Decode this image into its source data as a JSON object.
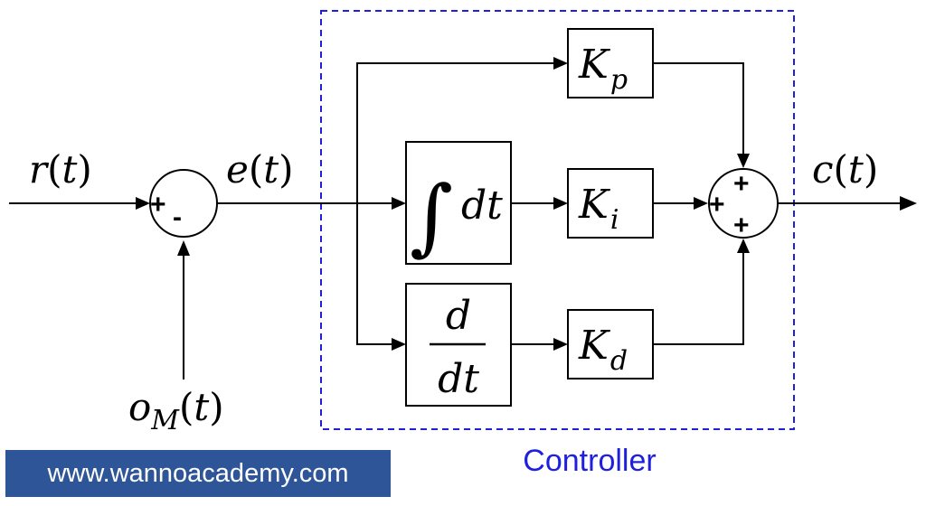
{
  "signals": {
    "reference": {
      "main": "r",
      "open": "(",
      "arg": "t",
      "close": ")"
    },
    "error": {
      "main": "e",
      "open": "(",
      "arg": "t",
      "close": ")"
    },
    "output": {
      "main": "c",
      "open": "(",
      "arg": "t",
      "close": ")"
    },
    "measured": {
      "main": "o",
      "sub": "M",
      "open": "(",
      "arg": "t",
      "close": ")"
    }
  },
  "summing_junction_1": {
    "plus": "+",
    "minus": "-"
  },
  "summing_junction_2": {
    "plus_left": "+",
    "plus_top": "+",
    "plus_bottom": "+"
  },
  "blocks": {
    "integral": {
      "symbol": "∫",
      "var": "dt"
    },
    "derivative": {
      "numerator": "d",
      "denominator": "dt"
    },
    "kp": {
      "main": "K",
      "sub": "p"
    },
    "ki": {
      "main": "K",
      "sub": "i"
    },
    "kd": {
      "main": "K",
      "sub": "d"
    }
  },
  "controller_label": "Controller",
  "website": "www.wannoacademy.com",
  "colors": {
    "controller_border": "#1f1fe0",
    "controller_label": "#1f1fe0",
    "badge_background": "#2e5597",
    "badge_text": "#ffffff"
  }
}
